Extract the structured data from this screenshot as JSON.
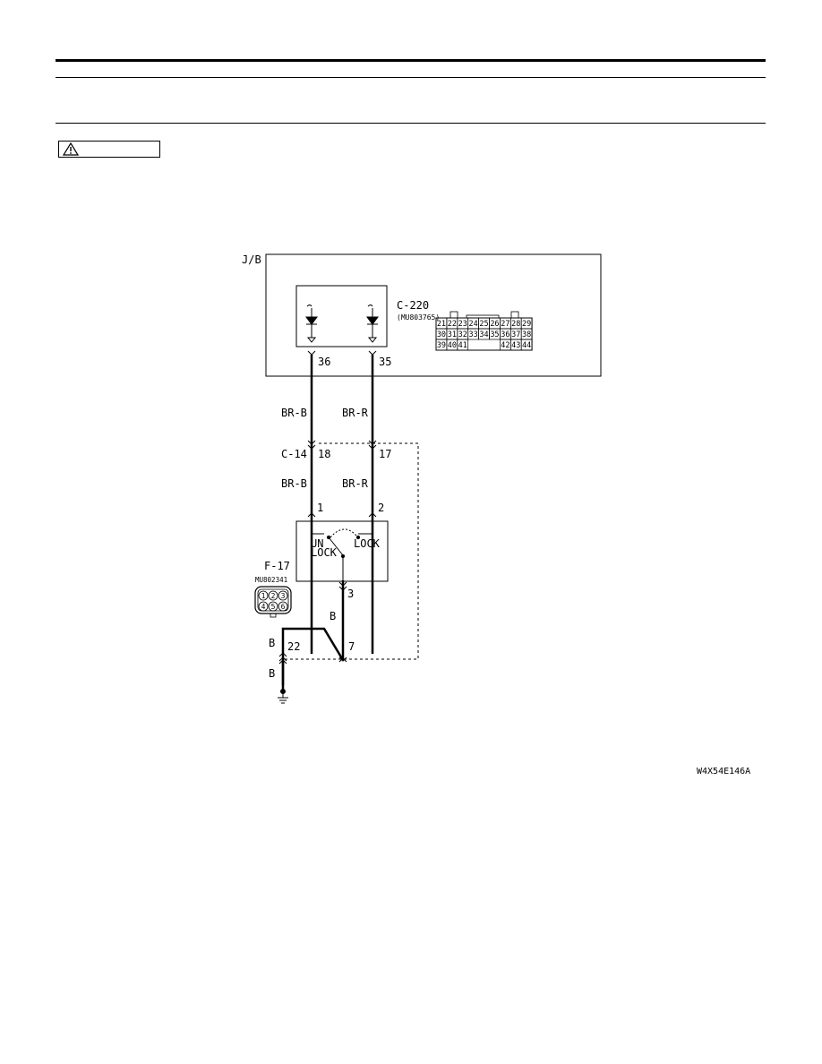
{
  "junction_block": {
    "label": "J/B"
  },
  "connector_c220": {
    "id": "C-220",
    "part_number": "(MU803765)",
    "pin_rows": [
      [
        "21",
        "22",
        "23",
        "24",
        "25",
        "26",
        "27",
        "28",
        "29"
      ],
      [
        "30",
        "31",
        "32",
        "33",
        "34",
        "35",
        "36",
        "37",
        "38"
      ],
      [
        "39",
        "40",
        "41",
        "",
        "",
        "",
        "42",
        "43",
        "44"
      ]
    ]
  },
  "jb_terminals": {
    "left": "36",
    "right": "35"
  },
  "wires": {
    "left_upper": "BR-B",
    "right_upper": "BR-R",
    "left_lower": "BR-B",
    "right_lower": "BR-R",
    "ground_vertical": "B",
    "ground_top": "B",
    "ground_bottom": "B"
  },
  "connector_c14": {
    "id": "C-14",
    "pin_left": "18",
    "pin_right": "17",
    "pin_ground_a": "22",
    "pin_ground_b": "7"
  },
  "switch": {
    "pin_left": "1",
    "pin_right": "2",
    "pin_bottom": "3",
    "unlock_label_1": "UN",
    "unlock_label_2": "LOCK",
    "lock_label": "LOCK"
  },
  "connector_f17": {
    "id": "F-17",
    "part_number": "MU802341",
    "pins": [
      "1",
      "2",
      "3",
      "4",
      "5",
      "6"
    ]
  },
  "figure_code": "W4X54E146A"
}
